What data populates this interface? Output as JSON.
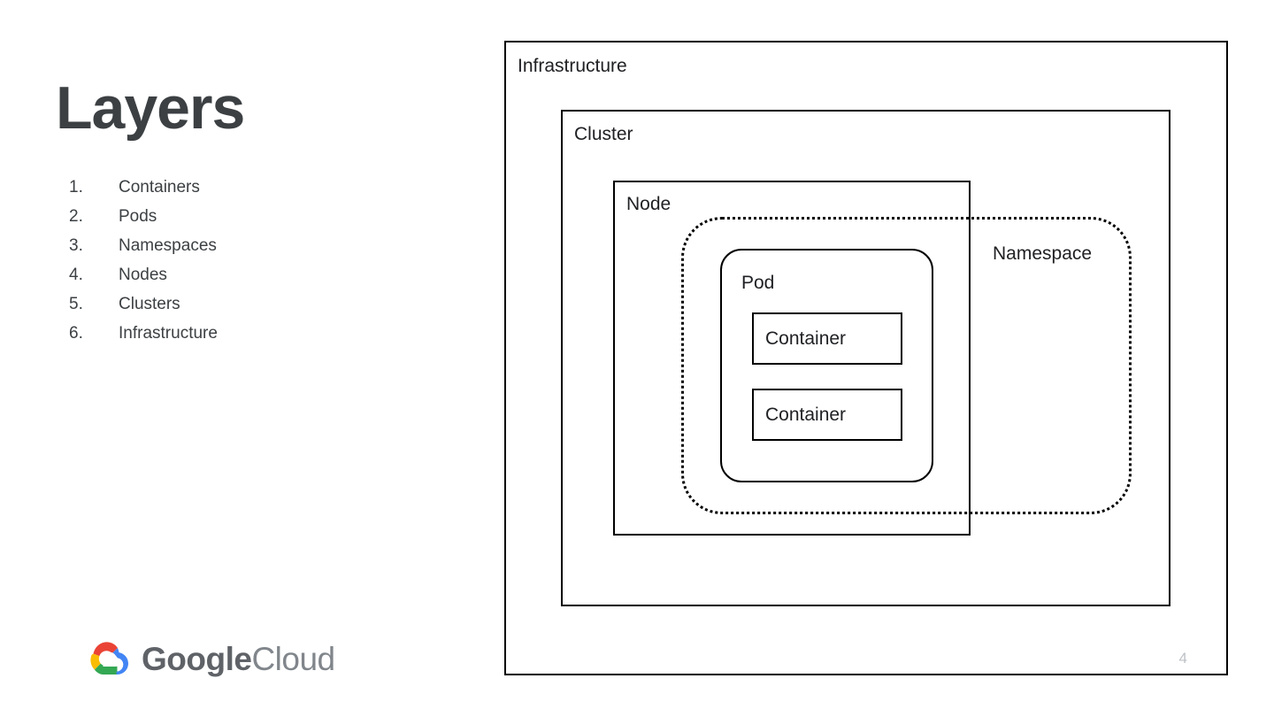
{
  "slide": {
    "title": "Layers",
    "number": "4",
    "layers": [
      {
        "num": "1.",
        "label": "Containers"
      },
      {
        "num": "2.",
        "label": "Pods"
      },
      {
        "num": "3.",
        "label": "Namespaces"
      },
      {
        "num": "4.",
        "label": "Nodes"
      },
      {
        "num": "5.",
        "label": "Clusters"
      },
      {
        "num": "6.",
        "label": "Infrastructure"
      }
    ]
  },
  "logo": {
    "name_bold": "Google",
    "name_light": "Cloud",
    "colors": {
      "red": "#EA4335",
      "blue": "#4285F4",
      "yellow": "#FBBC04",
      "green": "#34A853",
      "text": "#5f6368"
    }
  },
  "diagram": {
    "infrastructure_label": "Infrastructure",
    "cluster_label": "Cluster",
    "node_label": "Node",
    "namespace_label": "Namespace",
    "pod_label": "Pod",
    "containers": [
      {
        "label": "Container"
      },
      {
        "label": "Container"
      }
    ],
    "colors": {
      "stroke": "#000000",
      "text": "#202124",
      "background": "#ffffff"
    }
  }
}
